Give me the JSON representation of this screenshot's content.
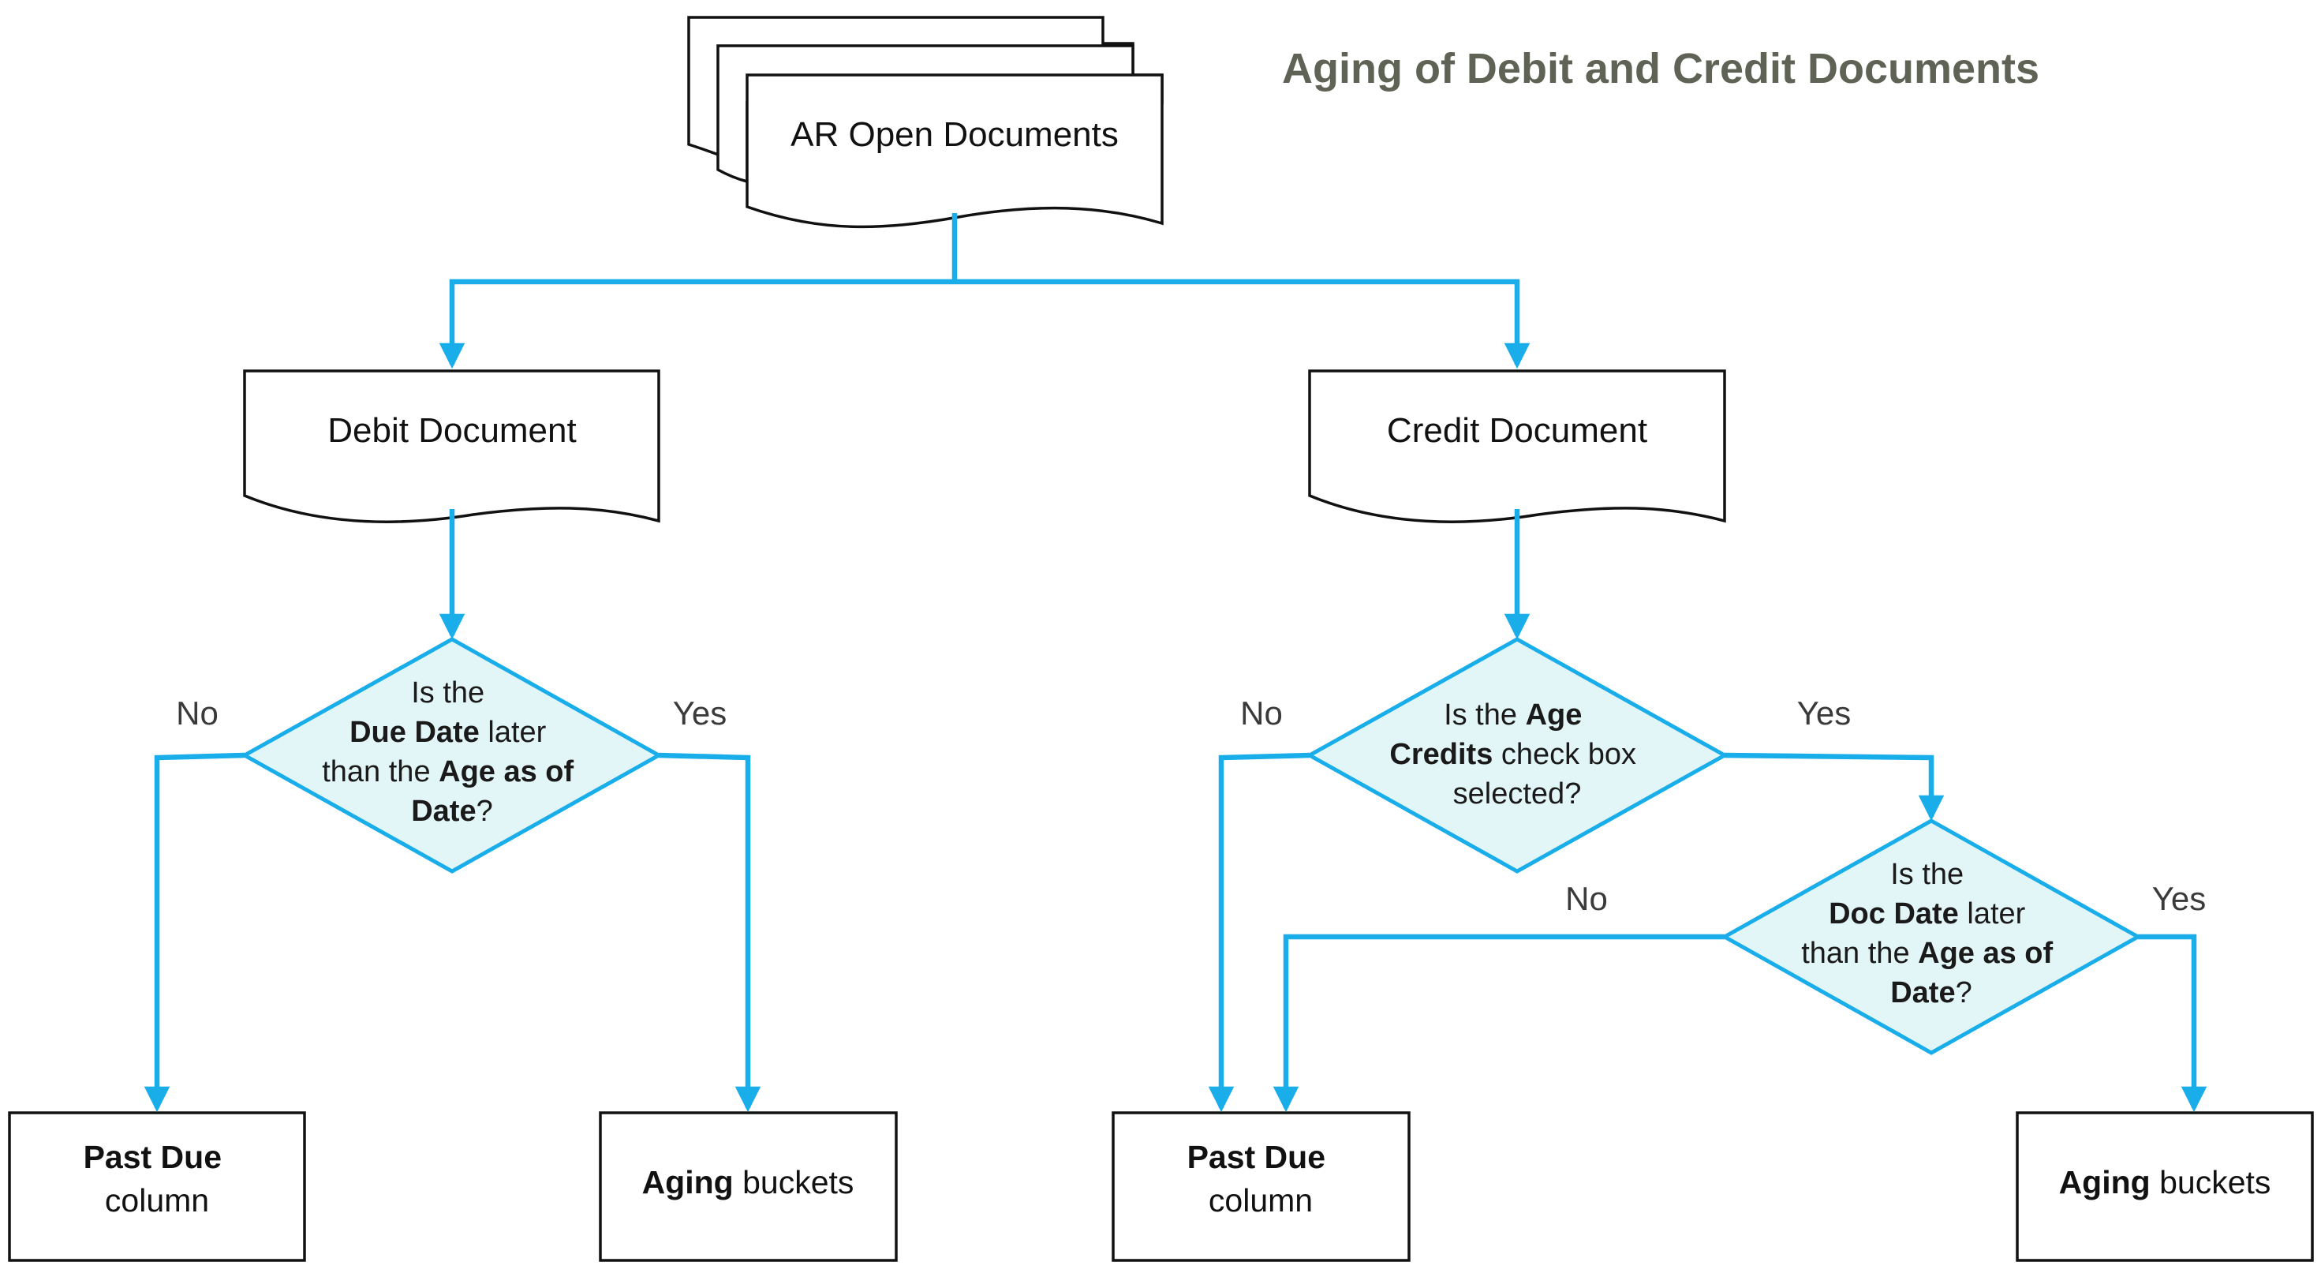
{
  "title": "Aging of Debit and Credit Documents",
  "colors": {
    "connector": "#19aeea",
    "decision_fill": "#e3f6f7",
    "decision_stroke": "#19aeea",
    "title": "#5f6355"
  },
  "nodes": {
    "ar_open": "AR Open Documents",
    "debit_doc": "Debit Document",
    "credit_doc": "Credit Document",
    "debit_decision": {
      "l1": "Is the",
      "l2_bold": "Due Date",
      "l2_rest": " later",
      "l3_pre": "than the ",
      "l3_bold": "Age as of",
      "l4_bold": "Date",
      "l4_rest": "?"
    },
    "age_credits_decision": {
      "l1_pre": "Is the ",
      "l1_bold": "Age",
      "l2_bold": "Credits",
      "l2_rest": " check box",
      "l3": "selected?"
    },
    "doc_date_decision": {
      "l1": "Is the",
      "l2_bold": "Doc Date",
      "l2_rest": " later",
      "l3_pre": "than the ",
      "l3_bold": "Age as of",
      "l4_bold": "Date",
      "l4_rest": "?"
    },
    "past_due_1": {
      "bold": "Past Due",
      "rest": "column"
    },
    "aging_1": {
      "bold": "Aging",
      "rest": " buckets"
    },
    "past_due_2": {
      "bold": "Past Due",
      "rest": "column"
    },
    "aging_2": {
      "bold": "Aging",
      "rest": " buckets"
    }
  },
  "branches": {
    "debit_no": "No",
    "debit_yes": "Yes",
    "credit_no": "No",
    "credit_yes": "Yes",
    "docdate_no": "No",
    "docdate_yes": "Yes"
  }
}
